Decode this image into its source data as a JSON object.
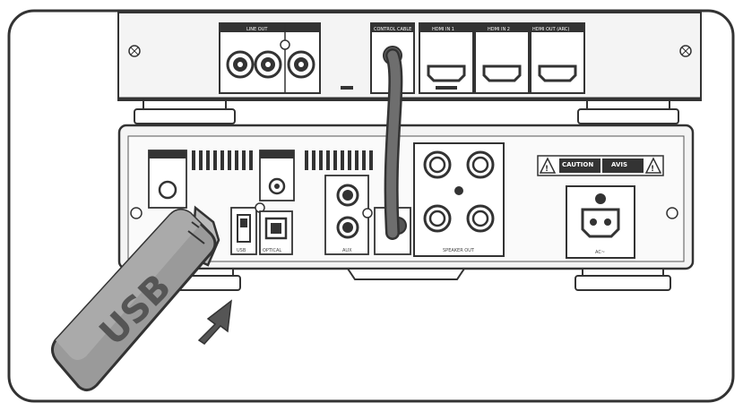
{
  "top_unit": {
    "ports": {
      "line_out_label": "LINE OUT",
      "hdmi1_label": "HDMI IN 1",
      "hdmi2_label": "HDMI IN 2",
      "hdmi_out_label": "HDMI OUT (ARC)",
      "control_cable_label": "CONTROL CABLE"
    }
  },
  "bottom_unit": {
    "ports": {
      "usb_label": "USB",
      "optical_label": "OPTICAL",
      "aux_label": "AUX",
      "speaker_out_label": "SPEAKER OUT",
      "ac_in_label": "AC~"
    },
    "caution_label": "CAUTION",
    "avis_label": "AVIS"
  },
  "usb_stick": {
    "text": "USB"
  },
  "colors": {
    "stroke": "#333333",
    "cable": "#6e6e6e",
    "usb_fill": "#9a9a9a",
    "arrow": "#555555"
  }
}
